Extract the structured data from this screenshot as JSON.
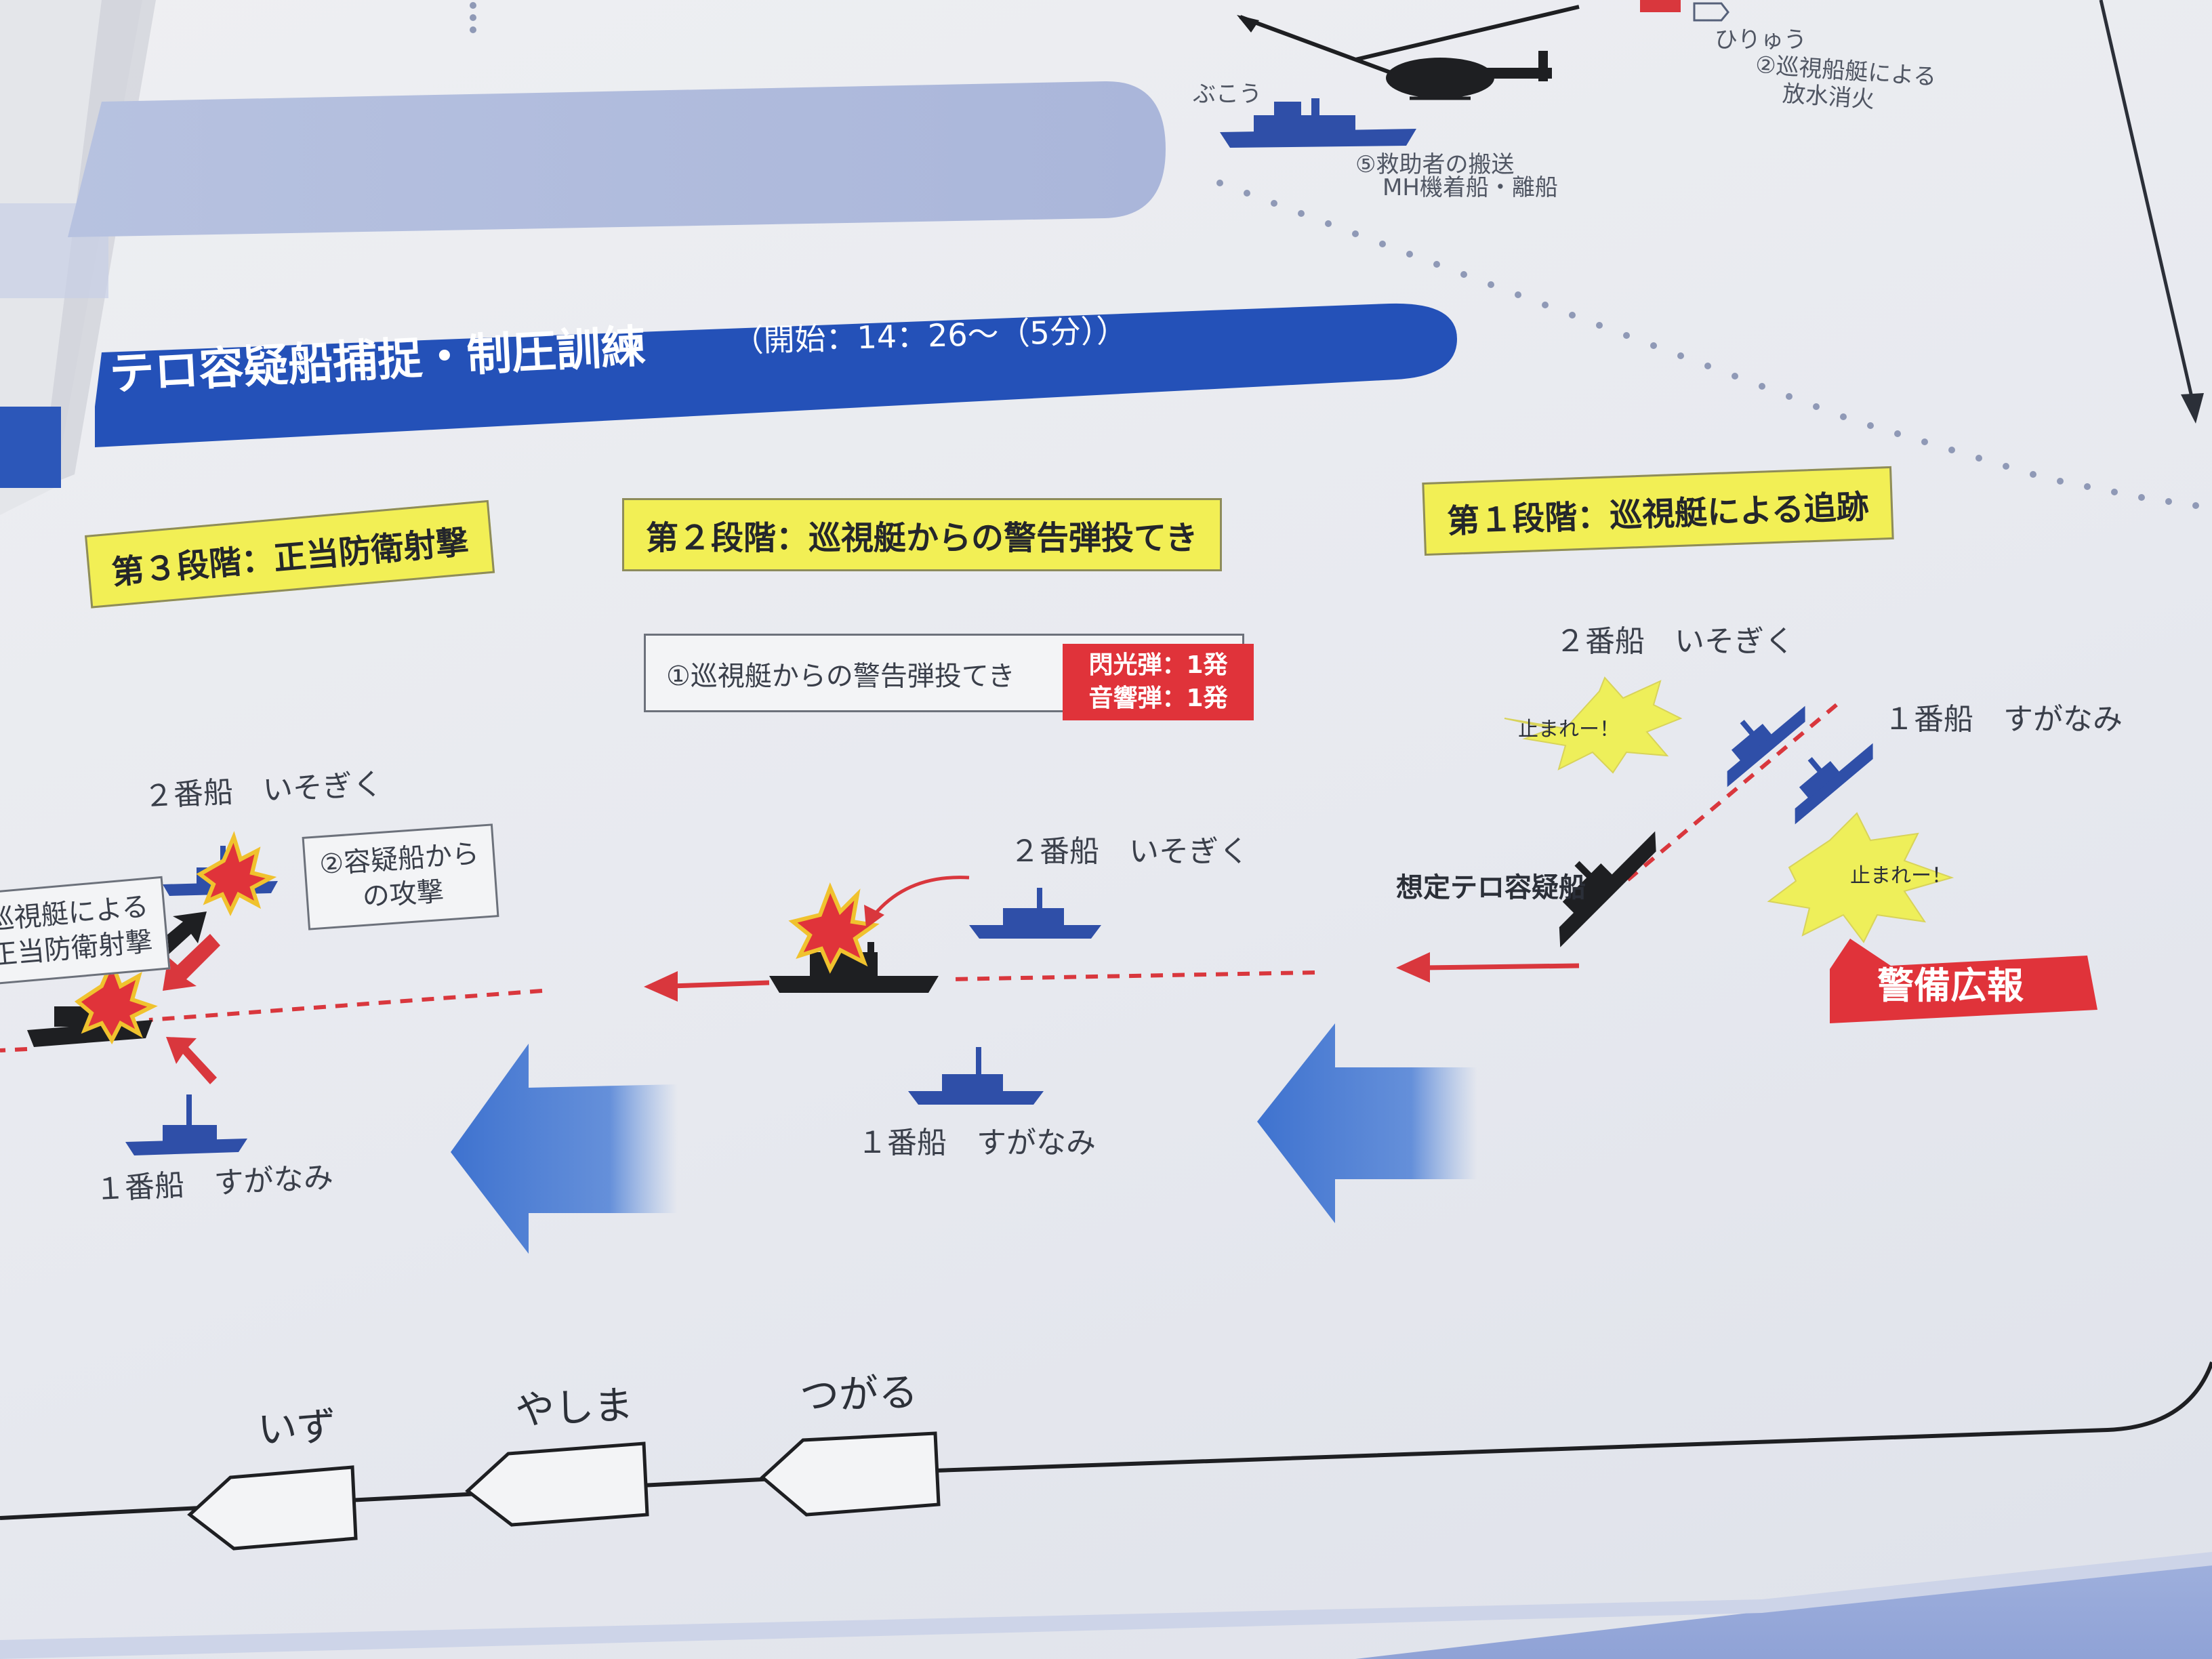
{
  "header": {
    "title": "テロ容疑船捕捉・制圧訓練",
    "subtitle": "（開始：14：26〜（5分））"
  },
  "top_section": {
    "ship_bukou": "ぶこう",
    "ship_hiryu": "ひりゅう",
    "note_5_line1": "⑤救助者の搬送",
    "note_5_line2": "MH機着船・離船",
    "note_2_line1": "②巡視船艇による",
    "note_2_line2": "放水消火"
  },
  "stages": {
    "stage1": "第１段階：巡視艇による追跡",
    "stage2": "第２段階：巡視艇からの警告弾投てき",
    "stage3": "第３段階：正当防衛射撃"
  },
  "stage1": {
    "ship2": "２番船　いそぎく",
    "ship1": "１番船　すがなみ",
    "suspect": "想定テロ容疑船",
    "shout_top": "止まれー！",
    "shout_bottom": "止まれー！",
    "alert": "警備広報"
  },
  "stage2": {
    "warning_note": "①巡視艇からの警告弾投てき",
    "flash_round": "閃光弾：1発",
    "sound_round": "音響弾：1発",
    "ship2": "２番船　いそぎく",
    "ship1": "１番船　すがなみ"
  },
  "stage3": {
    "ship2": "２番船　いそぎく",
    "ship1": "１番船　すがなみ",
    "attack_line1": "②容疑船から",
    "attack_line2": "の攻撃",
    "defense_line1": "巡視艇による",
    "defense_line2": "正当防衛射撃"
  },
  "fleet": {
    "ship_a": "いず",
    "ship_b": "やしま",
    "ship_c": "つがる"
  },
  "colors": {
    "banner_blue": "#2451b8",
    "stage_yellow": "#f2ef55",
    "warning_red": "#e0333a",
    "ship_blue": "#2f4fa8",
    "suspect_black": "#1e1f22",
    "route_red": "#d9373d",
    "flow_blue": "#3e72cf"
  }
}
